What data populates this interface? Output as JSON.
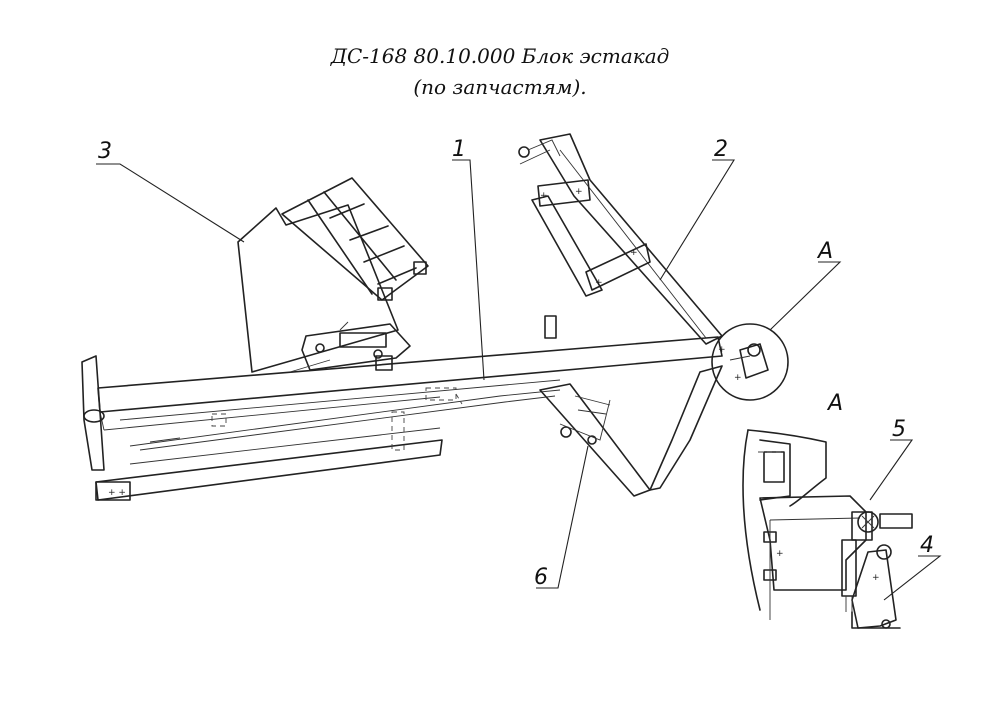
{
  "title": {
    "line1": "ДС-168 80.10.000 Блок эстакад",
    "line2": "(по запчастям)."
  },
  "labels": {
    "p1": "1",
    "p2": "2",
    "p3": "3",
    "p4": "4",
    "p5": "5",
    "p6": "6",
    "detail_ref": "A",
    "detail_title": "A"
  }
}
